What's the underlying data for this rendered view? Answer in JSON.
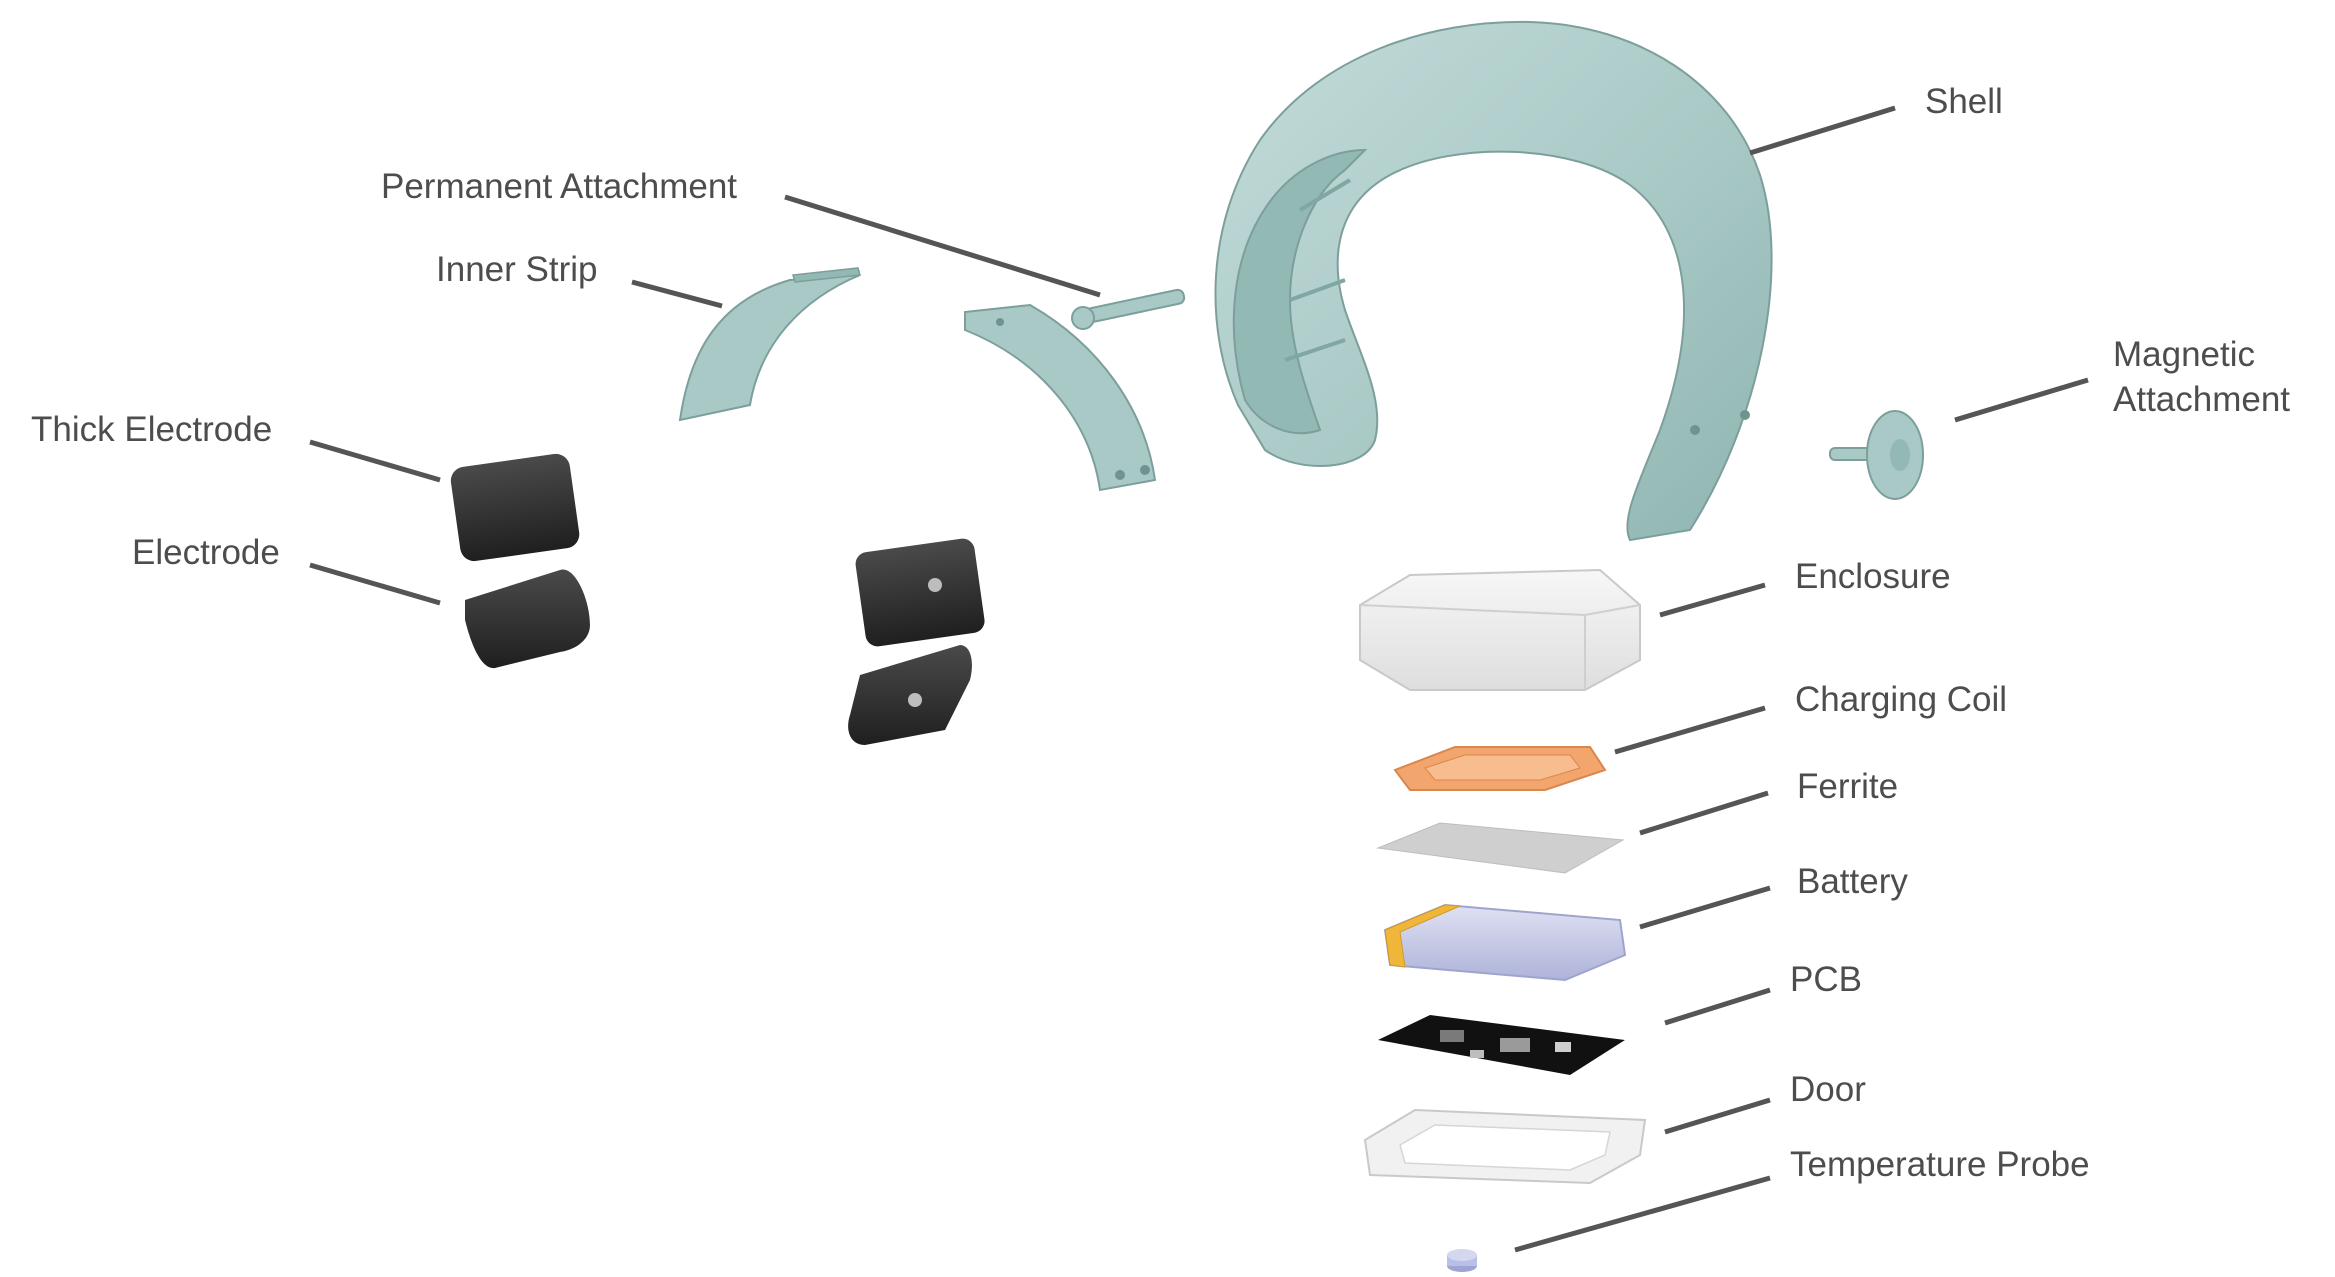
{
  "diagram": {
    "labels": {
      "shell": "Shell",
      "permanent_attachment": "Permanent Attachment",
      "inner_strip": "Inner Strip",
      "thick_electrode": "Thick Electrode",
      "electrode": "Electrode",
      "magnetic_attachment_line1": "Magnetic",
      "magnetic_attachment_line2": "Attachment",
      "enclosure": "Enclosure",
      "charging_coil": "Charging Coil",
      "ferrite": "Ferrite",
      "battery": "Battery",
      "pcb": "PCB",
      "door": "Door",
      "temperature_probe": "Temperature Probe"
    },
    "colors": {
      "shell": "#a9c9c6",
      "shell_shadow": "#7fa7a3",
      "electrode": "#2f2f2f",
      "leader_line": "#555555",
      "label_text": "#4d4d4d",
      "coil": "#f2a56d",
      "ferrite": "#cfcfcf",
      "battery_body": "#c9cde8",
      "battery_cap": "#f0b63a",
      "pcb": "#111111",
      "enclosure": "#eeeeee",
      "probe": "#b9bfe6"
    }
  }
}
